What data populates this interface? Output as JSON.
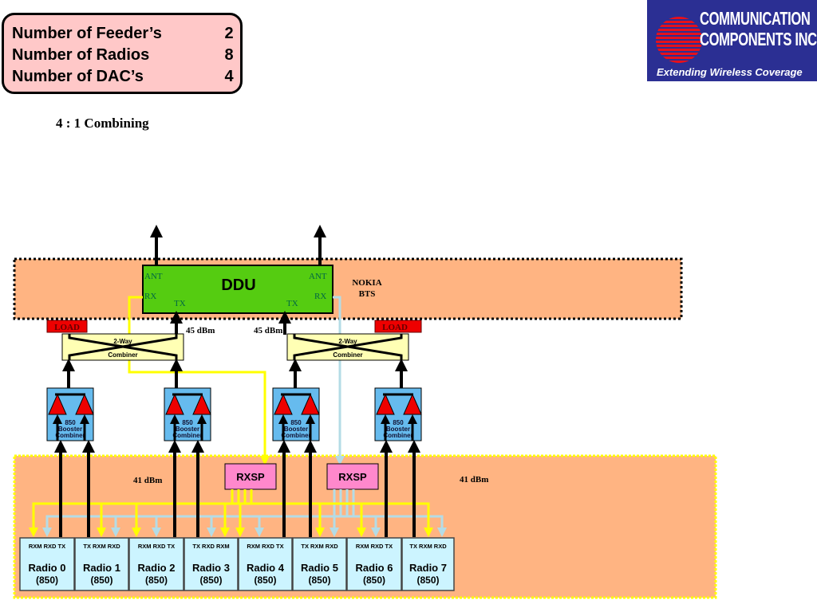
{
  "info_box": {
    "rows": [
      {
        "label": "Number of Feeder’s",
        "value": "2"
      },
      {
        "label": "Number of Radios",
        "value": "8"
      },
      {
        "label": "Number of DAC’s",
        "value": "4"
      }
    ]
  },
  "subtitle": "4 : 1  Combining",
  "logo": {
    "line1": "COMMUNICATION",
    "line2": "COMPONENTS INC",
    "tagline": "Extending Wireless Coverage"
  },
  "bts": {
    "label_line1": "NOKIA",
    "label_line2": "BTS"
  },
  "ddu": {
    "title": "DDU",
    "ant_left": "ANT",
    "ant_right": "ANT",
    "rx_left": "RX",
    "rx_right": "RX",
    "tx_left": "TX",
    "tx_right": "TX"
  },
  "power": {
    "ddu_tx_left": "45 dBm",
    "ddu_tx_right": "45 dBm",
    "radio_left": "41 dBm",
    "radio_right": "41 dBm"
  },
  "loads": [
    "LOAD",
    "LOAD"
  ],
  "combiners_2way": [
    {
      "line1": "2-Way",
      "line2": "Combiner"
    },
    {
      "line1": "2-Way",
      "line2": "Combiner"
    }
  ],
  "booster_combiners": [
    {
      "line1": "850",
      "line2": "Booster",
      "line3": "Combiner"
    },
    {
      "line1": "850",
      "line2": "Booster",
      "line3": "Combiner"
    },
    {
      "line1": "850",
      "line2": "Booster",
      "line3": "Combiner"
    },
    {
      "line1": "850",
      "line2": "Booster",
      "line3": "Combiner"
    }
  ],
  "rxsp": [
    "RXSP",
    "RXSP"
  ],
  "radios": [
    {
      "ports": "RXM  RXD  TX",
      "name": "Radio 0",
      "band": "(850)"
    },
    {
      "ports": "TX RXM RXD",
      "name": "Radio 1",
      "band": "(850)"
    },
    {
      "ports": "RXM  RXD  TX",
      "name": "Radio 2",
      "band": "(850)"
    },
    {
      "ports": "TX RXD RXM",
      "name": "Radio 3",
      "band": "(850)"
    },
    {
      "ports": "RXM  RXD  TX",
      "name": "Radio 4",
      "band": "(850)"
    },
    {
      "ports": "TX RXM RXD",
      "name": "Radio 5",
      "band": "(850)"
    },
    {
      "ports": "RXM  RXD  TX",
      "name": "Radio 6",
      "band": "(850)"
    },
    {
      "ports": "TX RXM RXD",
      "name": "Radio 7",
      "band": "(850)"
    }
  ],
  "colors": {
    "bts_fill": "#ffb482",
    "ddu_fill": "#55cc11",
    "combiner_fill": "#ffffb4",
    "booster_fill": "#66bbee",
    "amp_red": "#ee0000",
    "rxsp_fill": "#ff88cc",
    "radio_fill": "#ccf4ff",
    "load_fill": "#ee0000",
    "rx_main_line": "#ffff00",
    "rx_div_line": "#b4dce6"
  }
}
